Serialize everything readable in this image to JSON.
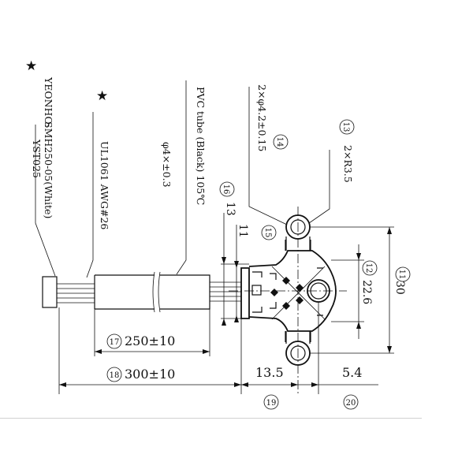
{
  "labels": {
    "star": "★",
    "yeonho": "YEONHO:",
    "smh": "SMH250-05(White)",
    "yst": "YST025",
    "ul": "UL1061 AWG#26",
    "pvc": "PVC tube (Black) 105℃",
    "phi4": "φ4×±0.3",
    "holes": "2×φ4.2±0.15",
    "radius": "2×R3.5"
  },
  "dimensions": {
    "d13": "13",
    "d11": "11",
    "d22": "22.6",
    "d30": "30",
    "d250": "250±10",
    "d300": "300±10",
    "d13_5": "13.5",
    "d5_4": "5.4"
  },
  "callouts": {
    "c11": "11",
    "c12": "12",
    "c13": "13",
    "c14": "14",
    "c15": "15",
    "c16": "16",
    "c17": "17",
    "c18": "18",
    "c19": "19",
    "c20": "20"
  }
}
